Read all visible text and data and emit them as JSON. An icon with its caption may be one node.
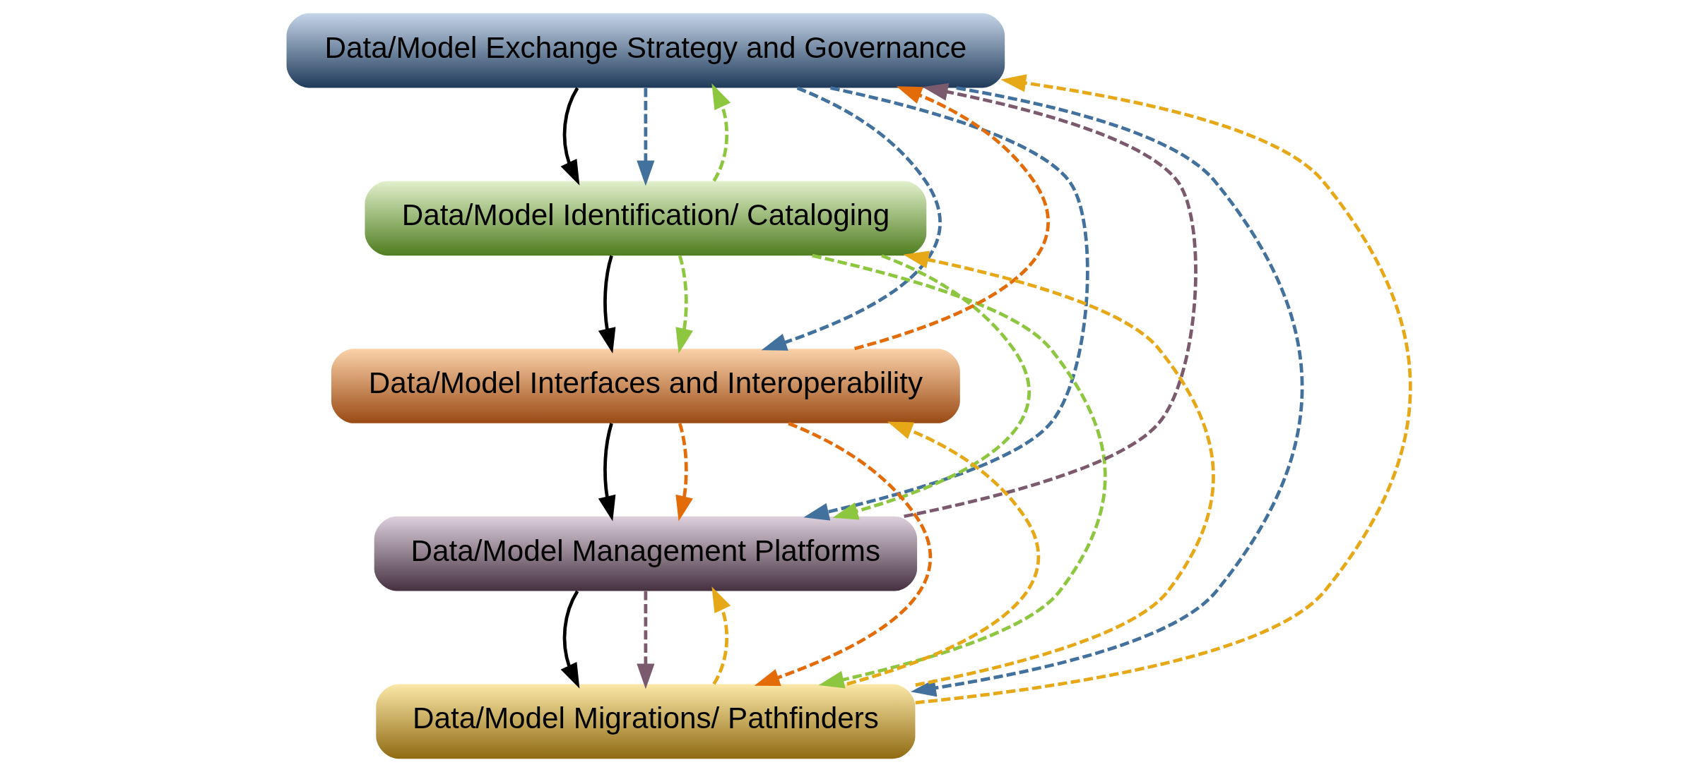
{
  "diagram": {
    "nodes": [
      {
        "text": [
          "Data/Model Exchange Strategy and Governance"
        ]
      },
      {
        "text": [
          "Data/Model Identification/ Cataloging"
        ]
      },
      {
        "text": [
          "Data/Model Interfaces and Interoperability"
        ]
      },
      {
        "text": [
          "Data/Model Management Platforms"
        ]
      },
      {
        "text": [
          "Data/Model Migrations/ Pathfinders"
        ]
      }
    ],
    "edges": [
      {
        "from": 0,
        "to": 1,
        "arrow": "to"
      },
      {
        "from": 1,
        "to": 2,
        "arrow": "to"
      },
      {
        "from": 2,
        "to": 3,
        "arrow": "to"
      },
      {
        "from": 3,
        "to": 4,
        "arrow": "to"
      },
      {
        "from": 0,
        "to": 1,
        "arrow": "to",
        "style": "dashed",
        "color": "#41719c"
      },
      {
        "from": 0,
        "to": 2,
        "arrow": "to",
        "style": "dashed",
        "color": "#41719c"
      },
      {
        "from": 0,
        "to": 3,
        "arrow": "to",
        "style": "dashed",
        "color": "#41719c"
      },
      {
        "from": 0,
        "to": 4,
        "arrow": "to",
        "style": "dashed",
        "color": "#41719c"
      },
      {
        "from": 1,
        "to": 0,
        "arrow": "to",
        "style": "dashed",
        "color": "#8dc63f"
      },
      {
        "from": 1,
        "to": 2,
        "arrow": "to",
        "style": "dashed",
        "color": "#8dc63f"
      },
      {
        "from": 1,
        "to": 3,
        "arrow": "to",
        "style": "dashed",
        "color": "#8dc63f"
      },
      {
        "from": 1,
        "to": 4,
        "arrow": "to",
        "style": "dashed",
        "color": "#8dc63f"
      },
      {
        "from": 2,
        "to": 0,
        "arrow": "to",
        "style": "dashed",
        "color": "#e36c09"
      },
      {
        "from": 2,
        "to": 3,
        "arrow": "to",
        "style": "dashed",
        "color": "#e36c09"
      },
      {
        "from": 2,
        "to": 4,
        "arrow": "to",
        "style": "dashed",
        "color": "#e36c09"
      },
      {
        "from": 3,
        "to": 0,
        "arrow": "to",
        "style": "dashed",
        "color": "#7b5a6e"
      },
      {
        "from": 3,
        "to": 4,
        "arrow": "to",
        "style": "dashed",
        "color": "#7b5a6e"
      },
      {
        "from": 4,
        "to": 0,
        "arrow": "to",
        "style": "dashed",
        "color": "#e6a817"
      },
      {
        "from": 4,
        "to": 1,
        "arrow": "to",
        "style": "dashed",
        "color": "#e6a817"
      },
      {
        "from": 4,
        "to": 2,
        "arrow": "to",
        "style": "dashed",
        "color": "#e6a817"
      },
      {
        "from": 4,
        "to": 3,
        "arrow": "to",
        "style": "dashed",
        "color": "#e6a817"
      }
    ]
  }
}
